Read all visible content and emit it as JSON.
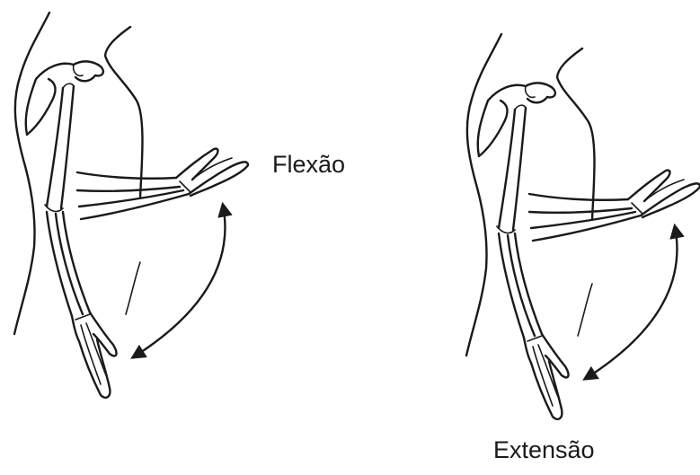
{
  "labels": {
    "flexion": "Flexão",
    "extension": "Extensão"
  },
  "illustrations": [
    {
      "name": "left-arm-figure",
      "icon": "arm-skeleton-icon"
    },
    {
      "name": "right-arm-figure",
      "icon": "arm-skeleton-icon"
    }
  ],
  "colors": {
    "ink": "#1a1a1a",
    "background": "#ffffff"
  }
}
